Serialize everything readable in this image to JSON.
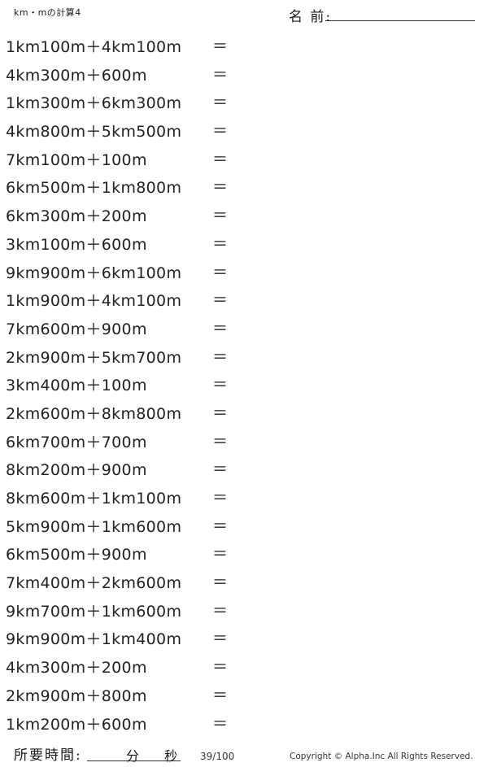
{
  "header": {
    "title": "km・mの計算4",
    "name_label": "名 前:"
  },
  "problems": [
    "1km100m＋4km100m",
    "4km300m＋600m",
    "1km300m＋6km300m",
    "4km800m＋5km500m",
    "7km100m＋100m",
    "6km500m＋1km800m",
    "6km300m＋200m",
    "3km100m＋600m",
    "9km900m＋6km100m",
    "1km900m＋4km100m",
    "7km600m＋900m",
    "2km900m＋5km700m",
    "3km400m＋100m",
    "2km600m＋8km800m",
    "6km700m＋700m",
    "8km200m＋900m",
    "8km600m＋1km100m",
    "5km900m＋1km600m",
    "6km500m＋900m",
    "7km400m＋2km600m",
    "9km700m＋1km600m",
    "9km900m＋1km400m",
    "4km300m＋200m",
    "2km900m＋800m",
    "1km200m＋600m"
  ],
  "equals_sign": "＝",
  "footer": {
    "time_label": "所要時間:",
    "minutes_label": "分",
    "seconds_label": "秒",
    "page_number": "39/100",
    "copyright": "Copyright © Alpha.Inc All Rights Reserved."
  }
}
